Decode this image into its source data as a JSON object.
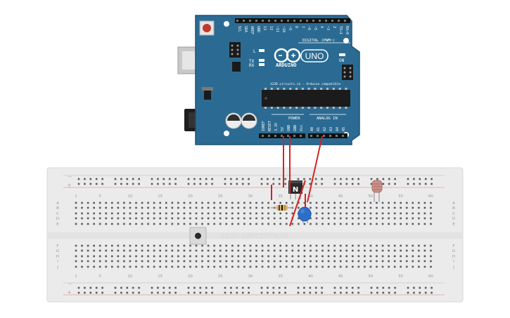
{
  "arduino": {
    "brand": "ARDUINO",
    "model": "UNO",
    "subtitle": "123D.circuits.io - Arduino compatible",
    "on_label": "ON",
    "led_l": "L",
    "led_tx": "TX",
    "led_rx": "RX",
    "digital_label": "DIGITAL (PWM~)",
    "power_label": "POWER",
    "analog_label": "ANALOG IN",
    "top_pins": [
      "SCL",
      "SDA",
      "AREF",
      "GND",
      "13",
      "12",
      "~11",
      "~10",
      "~9",
      "8",
      "7",
      "~6",
      "~5",
      "4",
      "~3",
      "2",
      "TX→1",
      "RX←0"
    ],
    "power_pins": [
      "IOREF",
      "RESET",
      "3.3V",
      "5V",
      "GND",
      "GND",
      "Vin"
    ],
    "analog_pins": [
      "A0",
      "A1",
      "A2",
      "A3",
      "A4",
      "A5"
    ]
  },
  "breadboard": {
    "watermark": "123D CIRCUITS.IO",
    "col_numbers_top": [
      "1",
      "5",
      "10",
      "15",
      "20",
      "25",
      "30",
      "35",
      "40",
      "45",
      "50",
      "55",
      "60"
    ],
    "col_numbers_bottom": [
      "1",
      "5",
      "10",
      "15",
      "20",
      "25",
      "30",
      "35",
      "40",
      "45",
      "50",
      "55",
      "60"
    ],
    "row_letters_top": [
      "A",
      "B",
      "C",
      "D",
      "E"
    ],
    "row_letters_bottom": [
      "F",
      "G",
      "H",
      "I",
      "J"
    ]
  },
  "components": {
    "transistor_label": "N"
  },
  "colors": {
    "board": "#2b6b93",
    "board_edge": "#1f5373",
    "wire": "#d42424",
    "breadboard": "#ebebeb",
    "capacitor": "#2d6ec9"
  }
}
